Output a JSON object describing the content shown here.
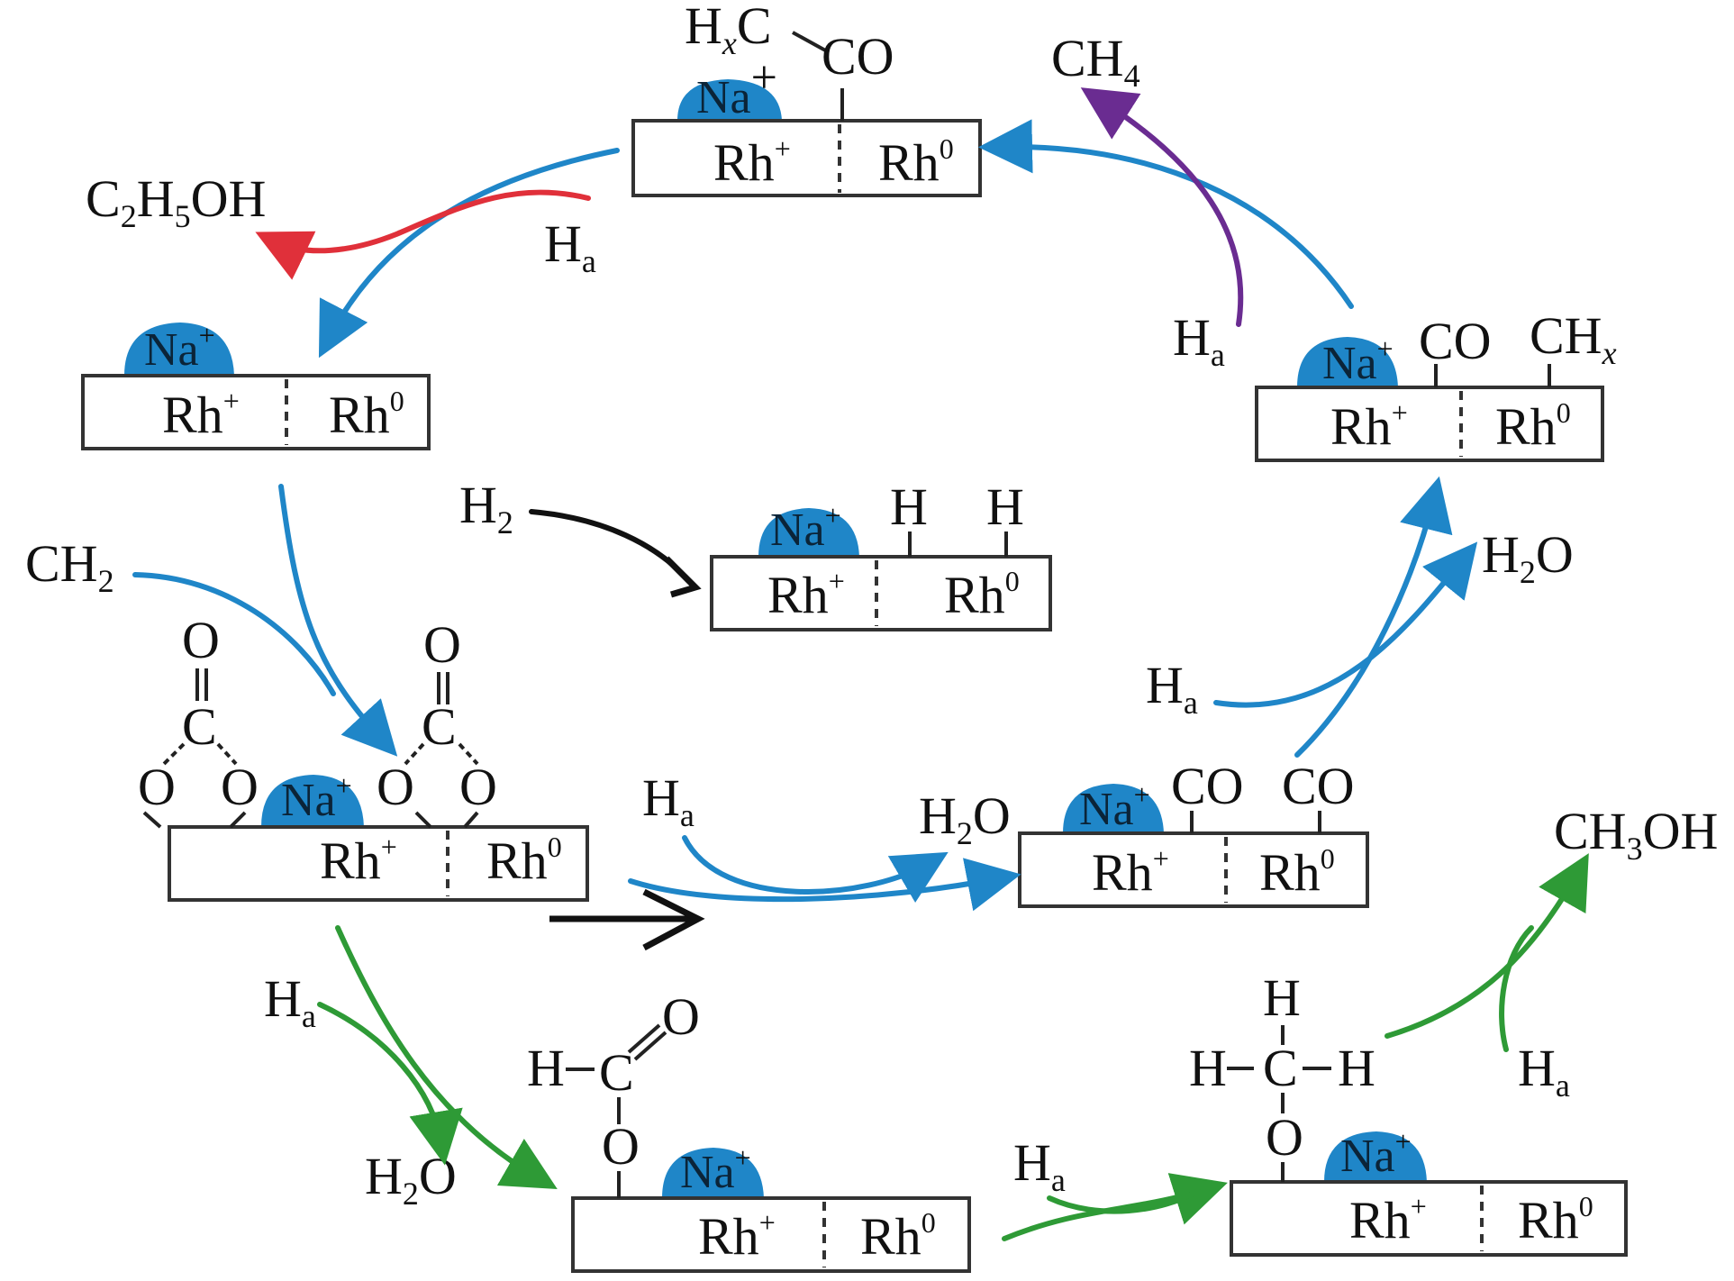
{
  "colors": {
    "blue": "#1f86c8",
    "red": "#e0303a",
    "purple": "#6a2c91",
    "green": "#2e9a36",
    "black": "#111111"
  },
  "labels": {
    "na": "Na",
    "rh_plus": "Rh",
    "rh_zero": "Rh",
    "sup_plus": "+",
    "sup_zero": "0",
    "h_a": "H",
    "sub_a": "a",
    "c2h5oh_a": "C",
    "c2h5oh_b": "2",
    "c2h5oh_c": "H",
    "c2h5oh_d": "5",
    "c2h5oh_e": "OH",
    "ch4_a": "CH",
    "ch4_b": "4",
    "h2_a": "H",
    "h2_b": "2",
    "ch2_a": "CH",
    "ch2_b": "2",
    "h2o_a": "H",
    "h2o_b": "2",
    "h2o_c": "O",
    "ch3oh_a": "CH",
    "ch3oh_b": "3",
    "ch3oh_c": "OH",
    "co": "CO",
    "chx_a": "CH",
    "chx_b": "x",
    "hxc_a": "H",
    "hxc_b": "x",
    "hxc_c": "C",
    "o": "O",
    "c": "C",
    "h": "H"
  }
}
